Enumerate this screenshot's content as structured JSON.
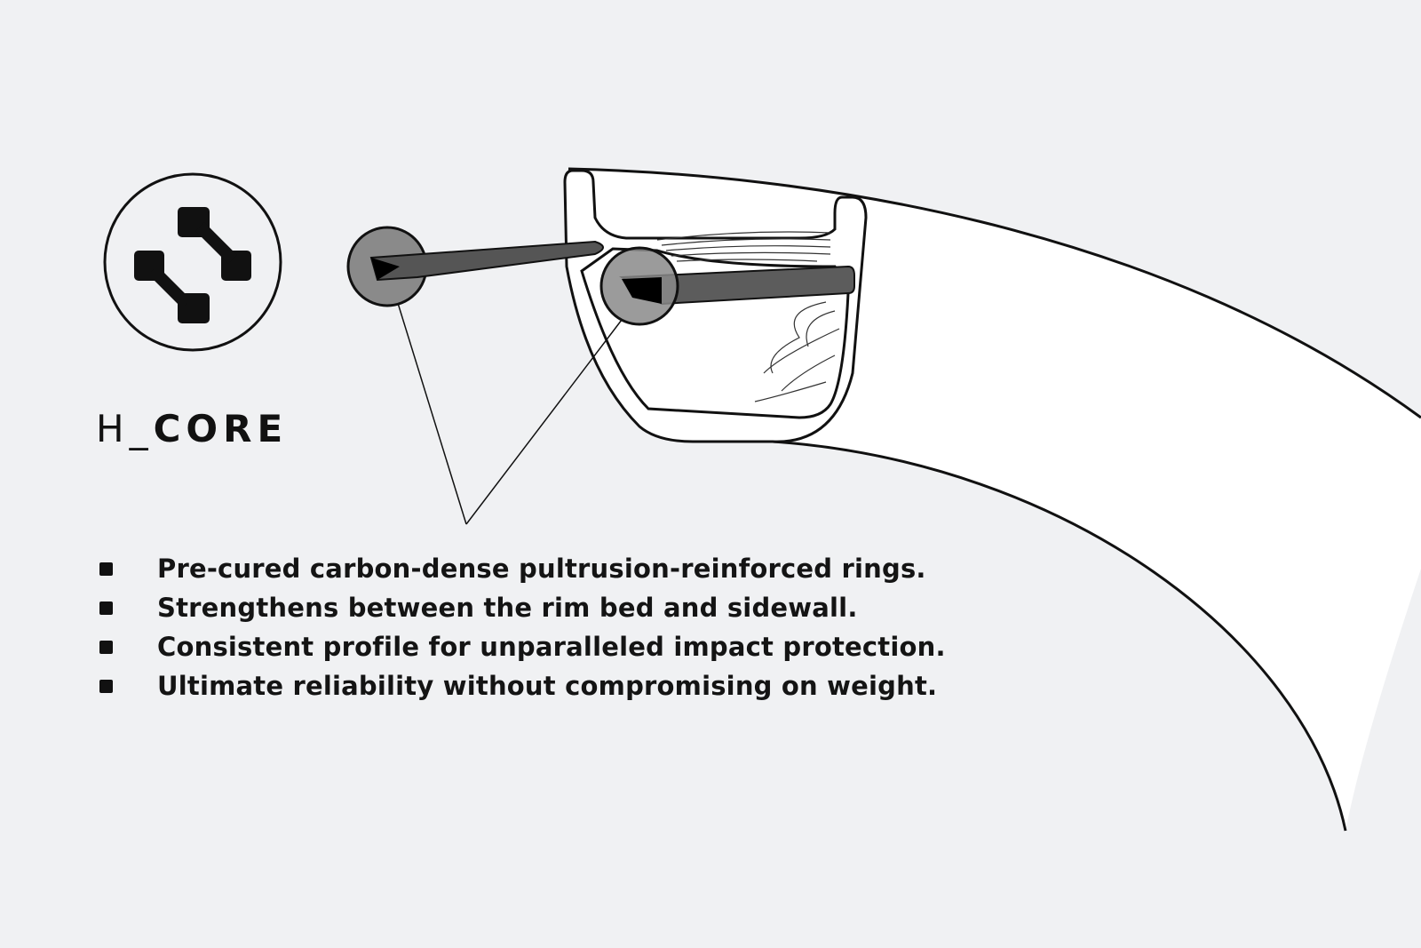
{
  "brand": {
    "prefix": "H_",
    "name": "CORE"
  },
  "features": [
    "Pre-cured carbon-dense pultrusion-reinforced rings.",
    "Strengthens between the rim bed and sidewall.",
    "Consistent profile for unparalleled impact protection.",
    "Ultimate reliability without compromising on weight."
  ],
  "colors": {
    "background": "#f0f1f3",
    "ink": "#111111",
    "insert": "#5a5a5a",
    "callout": "#8a8a8a"
  }
}
